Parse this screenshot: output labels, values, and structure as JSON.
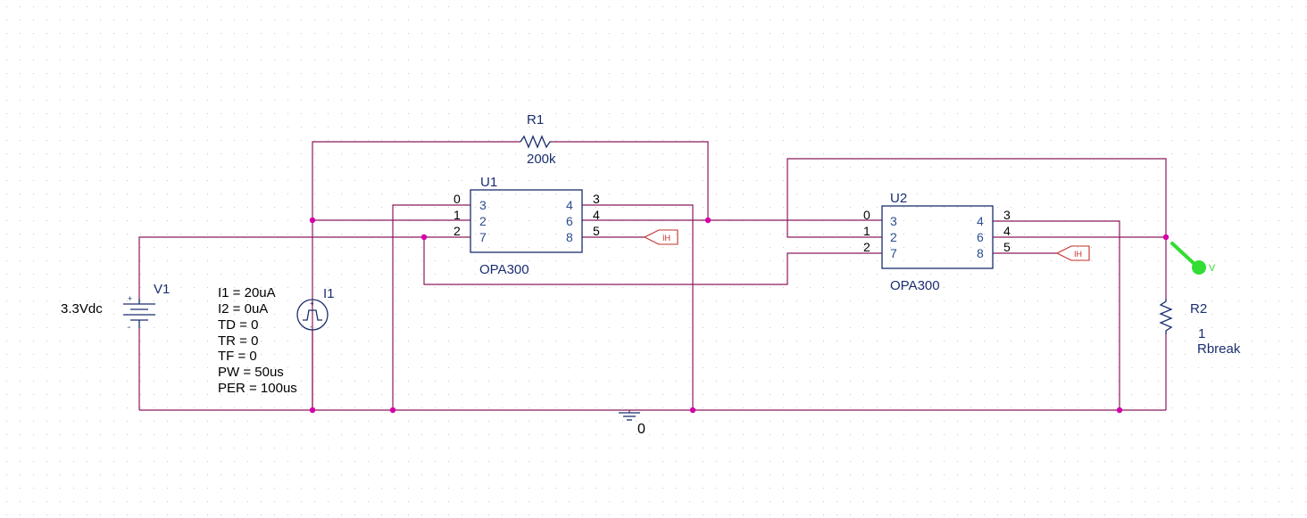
{
  "colors": {
    "wire": "#8b1a5a",
    "component": "#1a2e6e",
    "junction": "#d400aa",
    "grid_dot": "#c8c8c8",
    "current_marker": "#c0302a",
    "voltage_probe": "#33dd33"
  },
  "components": {
    "R1": {
      "ref": "R1",
      "value": "200k"
    },
    "R2": {
      "ref": "R2",
      "value": "1",
      "model": "Rbreak"
    },
    "V1": {
      "ref": "V1",
      "value": "3.3Vdc"
    },
    "I1": {
      "ref": "I1",
      "params": [
        "I1 = 20uA",
        "I2 = 0uA",
        "TD = 0",
        "TR = 0",
        "TF = 0",
        "PW = 50us",
        "PER = 100us"
      ]
    },
    "U1": {
      "ref": "U1",
      "part": "OPA300",
      "left_pins": [
        "3",
        "2",
        "7"
      ],
      "right_pins": [
        "4",
        "6",
        "8"
      ],
      "left_nums": [
        "0",
        "1",
        "2"
      ],
      "right_nums": [
        "3",
        "4",
        "5"
      ]
    },
    "U2": {
      "ref": "U2",
      "part": "OPA300",
      "left_pins": [
        "3",
        "2",
        "7"
      ],
      "right_pins": [
        "4",
        "6",
        "8"
      ],
      "left_nums": [
        "0",
        "1",
        "2"
      ],
      "right_nums": [
        "3",
        "4",
        "5"
      ]
    }
  },
  "ground": {
    "label": "0"
  },
  "markers": {
    "current_label": "IH",
    "voltage_label": "V",
    "icons": [
      "current-marker-icon",
      "voltage-probe-icon",
      "ground-icon",
      "battery-icon",
      "pulse-source-icon",
      "resistor-icon"
    ]
  }
}
